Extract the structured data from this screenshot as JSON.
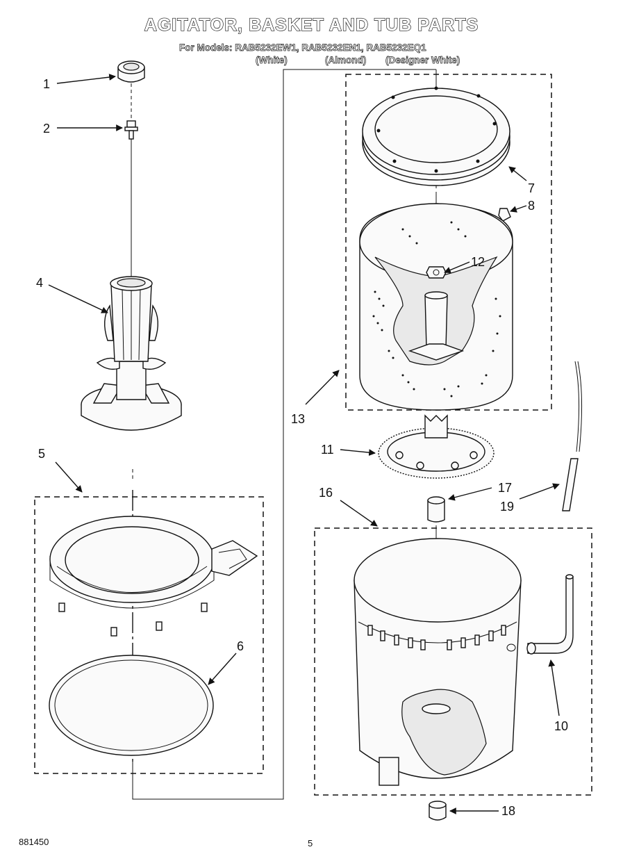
{
  "header": {
    "title": "AGITATOR, BASKET AND TUB PARTS",
    "models_line": "For Models: RAB5232EW1, RAB5232EN1, RAB5232EQ1",
    "variants": [
      "(White)",
      "(Almond)",
      "(Designer White)"
    ]
  },
  "callouts": [
    "1",
    "2",
    "4",
    "5",
    "6",
    "7",
    "8",
    "10",
    "11",
    "12",
    "13",
    "16",
    "17",
    "18",
    "19"
  ],
  "footer": {
    "doc_number": "881450",
    "page_number": "5"
  }
}
